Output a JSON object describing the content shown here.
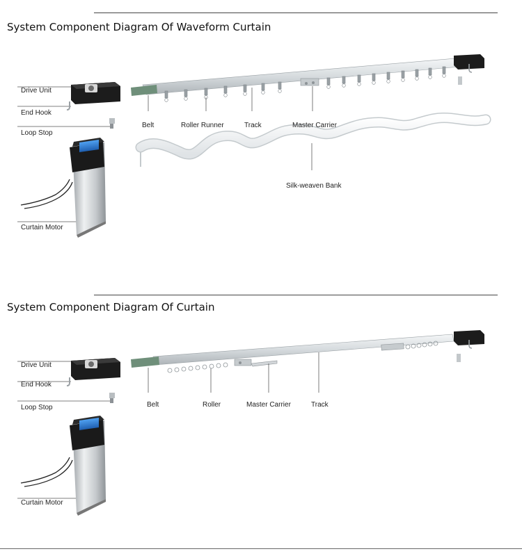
{
  "panels": [
    {
      "title": "System Component Diagram Of Waveform Curtain",
      "left_labels": {
        "drive_unit": "Drive Unit",
        "end_hook": "End Hook",
        "loop_stop": "Loop Stop",
        "curtain_motor": "Curtain Motor"
      },
      "track_labels": {
        "belt": "Belt",
        "roller_runner": "Roller Runner",
        "track": "Track",
        "master_carrier": "Master Carrier",
        "silk_weaven_bank": "Silk-weaven Bank"
      }
    },
    {
      "title": "System Component Diagram  Of  Curtain",
      "left_labels": {
        "drive_unit": "Drive Unit",
        "end_hook": "End Hook",
        "loop_stop": "Loop Stop",
        "curtain_motor": "Curtain Motor"
      },
      "track_labels": {
        "belt": "Belt",
        "roller": "Roller",
        "master_carrier": "Master Carrier",
        "track": "Track"
      }
    }
  ],
  "colors": {
    "motor_screen": "#2f7fd8",
    "motor_body": "#c9ccd0",
    "drive_unit": "#1c1c1c",
    "belt_end": "#6f8f7a",
    "track": "#d8dde0"
  }
}
